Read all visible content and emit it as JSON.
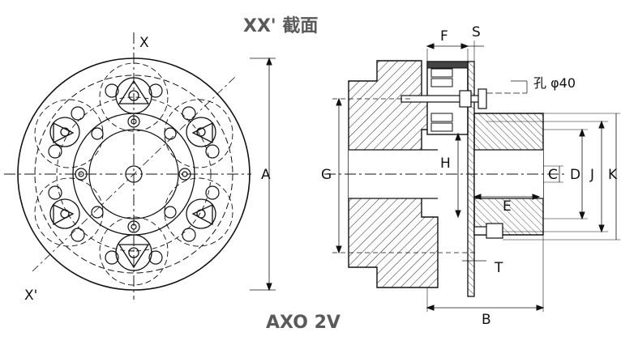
{
  "section_title": "XX' 截面",
  "model_name": "AXO 2V",
  "front_view": {
    "axis_x_top": "X",
    "axis_x_bottom": "X'",
    "dim_a": "A"
  },
  "side_view": {
    "dim_f": "F",
    "dim_s": "S",
    "hole_note": "孔 φ40",
    "dim_g": "G",
    "dim_h": "H",
    "dim_c": "C",
    "dim_d": "D",
    "dim_j": "J",
    "dim_k": "K",
    "dim_e": "E",
    "dim_t": "T",
    "dim_b": "B"
  }
}
